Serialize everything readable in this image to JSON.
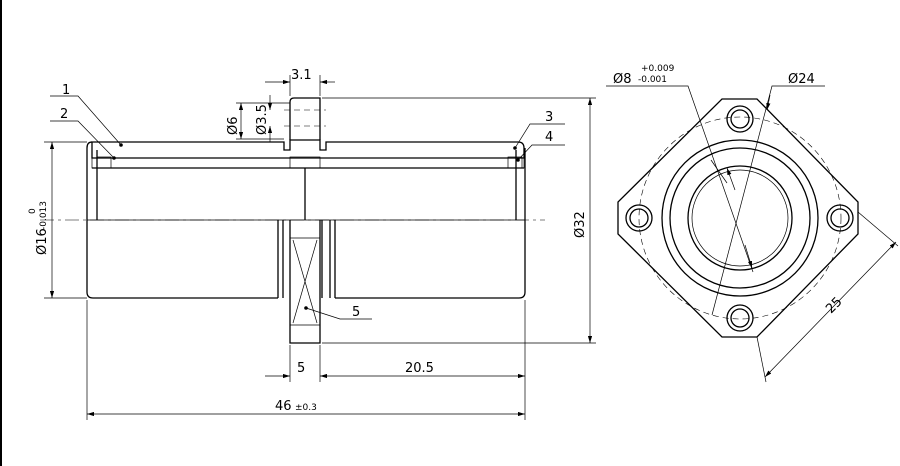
{
  "callouts": {
    "p1": "1",
    "p2": "2",
    "p3": "3",
    "p4": "4",
    "p5": "5"
  },
  "dimensions": {
    "boss_width": "3.1",
    "boss_outer_dia": "Ø6",
    "boss_hole_dia": "Ø3.5",
    "bore_dia": "Ø16",
    "bore_tol_upper": "0",
    "bore_tol_lower": "-0.013",
    "flange_dia": "Ø32",
    "flange_width": "5",
    "flange_offset": "20.5",
    "overall_length": "46",
    "overall_length_tol": "±0.3",
    "shaft_dia": "Ø8",
    "shaft_tol_upper": "+0.009",
    "shaft_tol_lower": "-0.001",
    "bolt_circle_dia": "Ø24",
    "square_size": "25"
  }
}
